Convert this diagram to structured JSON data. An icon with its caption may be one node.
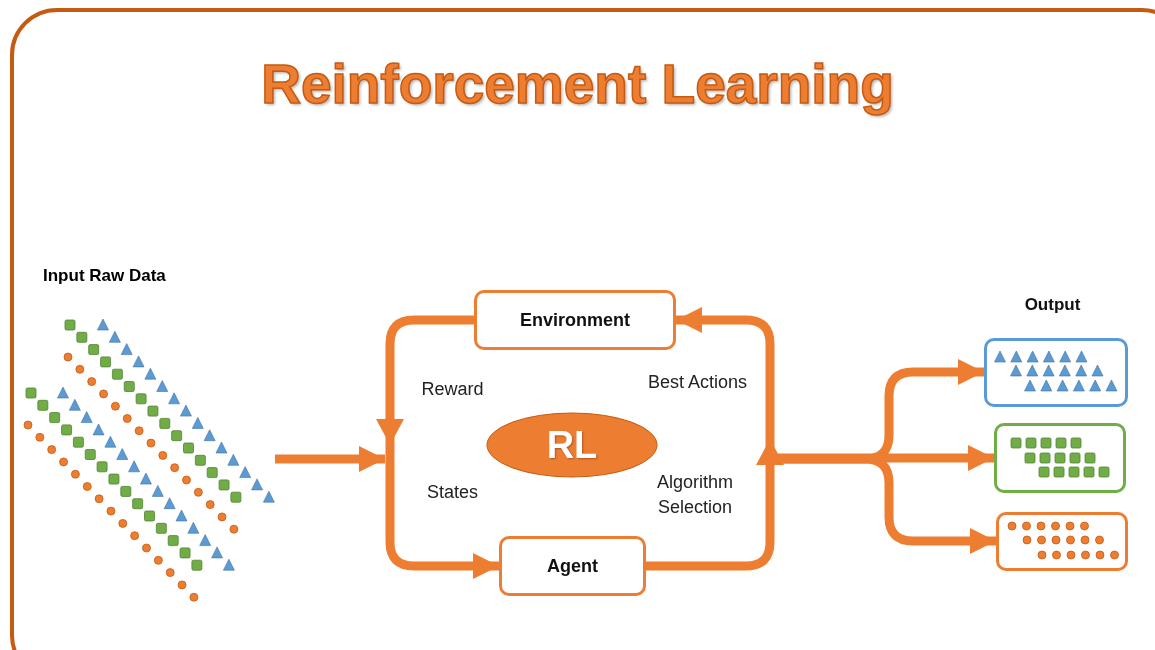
{
  "diagram": {
    "title": "Reinforcement Learning",
    "nodes": [
      {
        "text": [
          "Input Raw Data"
        ]
      },
      {
        "text": [
          "Environment"
        ]
      },
      {
        "text": [
          "RL"
        ]
      },
      {
        "text": [
          "Agent"
        ]
      },
      {
        "text": [],
        "shape": "box"
      },
      {
        "text": [],
        "shape": "box"
      },
      {
        "text": [],
        "shape": "box"
      }
    ],
    "edges": [
      {
        "from": 0,
        "to": null,
        "arrow": "to"
      },
      {
        "from": 1,
        "to": 3,
        "arrow": "to"
      },
      {
        "from": 3,
        "to": 1,
        "arrow": "to"
      },
      {
        "from": null,
        "to": 4,
        "arrow": "to"
      },
      {
        "from": null,
        "to": 5,
        "arrow": "to"
      },
      {
        "from": null,
        "to": 6,
        "arrow": "to"
      }
    ],
    "labels": [
      "Reward",
      "Best Actions",
      "States",
      "Algorithm Selection",
      "Output"
    ]
  }
}
